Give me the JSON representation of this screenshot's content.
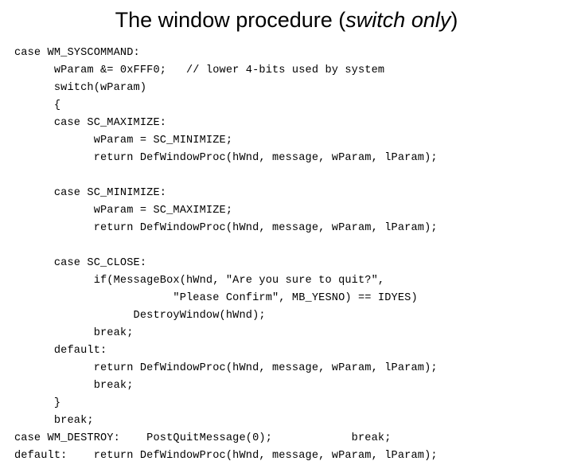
{
  "slide": {
    "background_color": "#ffffff",
    "text_color": "#000000",
    "title": {
      "prefix": "The window procedure (",
      "emphasis": "switch only",
      "suffix": ")",
      "full": "The window procedure (switch only)"
    },
    "code": {
      "language": "c",
      "lines": [
        "case WM_SYSCOMMAND:",
        "      wParam &= 0xFFF0;   // lower 4-bits used by system",
        "      switch(wParam)",
        "      {",
        "      case SC_MAXIMIZE:",
        "            wParam = SC_MINIMIZE;",
        "            return DefWindowProc(hWnd, message, wParam, lParam);",
        "",
        "      case SC_MINIMIZE:",
        "            wParam = SC_MAXIMIZE;",
        "            return DefWindowProc(hWnd, message, wParam, lParam);",
        "",
        "      case SC_CLOSE:",
        "            if(MessageBox(hWnd, \"Are you sure to quit?\",",
        "                        \"Please Confirm\", MB_YESNO) == IDYES)",
        "                  DestroyWindow(hWnd);",
        "            break;",
        "      default:",
        "            return DefWindowProc(hWnd, message, wParam, lParam);",
        "            break;",
        "      }",
        "      break;",
        "case WM_DESTROY:    PostQuitMessage(0);            break;",
        "default:    return DefWindowProc(hWnd, message, wParam, lParam);"
      ]
    }
  }
}
